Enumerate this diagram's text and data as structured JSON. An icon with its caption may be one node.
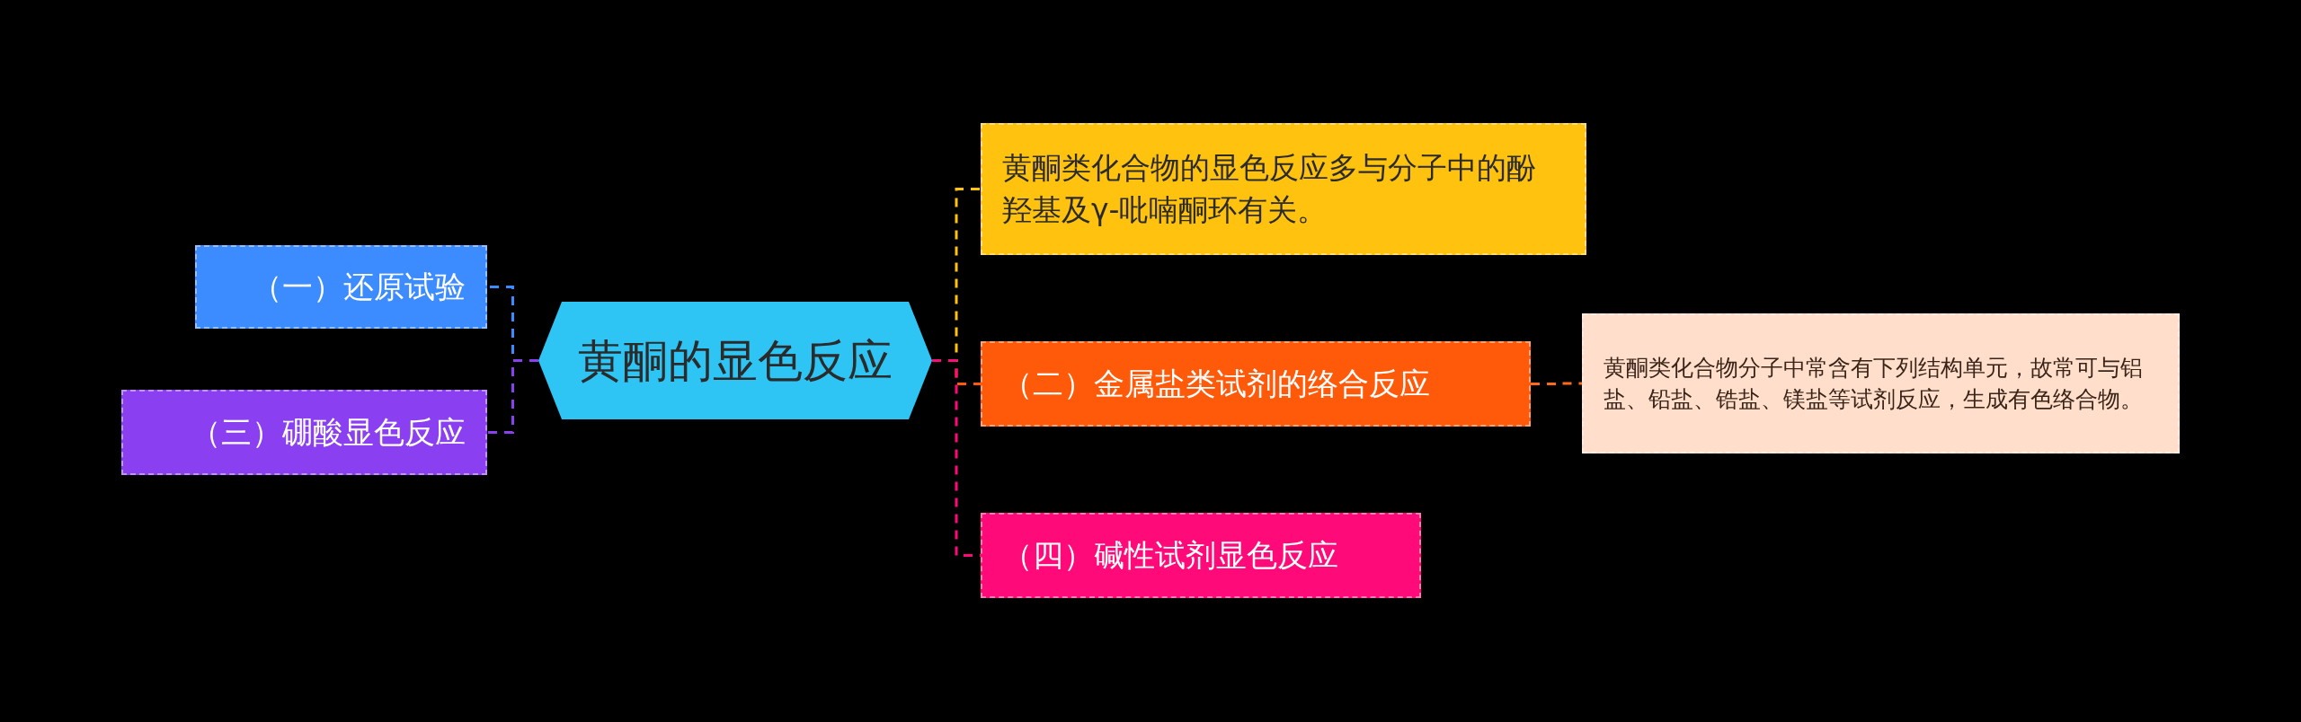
{
  "diagram": {
    "nodes": [
      {
        "text": [
          "黄酮的显色反应"
        ]
      },
      {
        "text": [
          "（一）还原试验"
        ]
      },
      {
        "text": [
          "（三）硼酸显色反应"
        ]
      },
      {
        "text": [
          "黄酮类化合物的显色反应多与分子中的酚羟基及γ-吡喃酮环有关。"
        ]
      },
      {
        "text": [
          "（二）金属盐类试剂的络合反应"
        ]
      },
      {
        "text": [
          "黄酮类化合物分子中常含有下列结构单元，故常可与铝盐、铅盐、锆盐、镁盐等试剂反应，生成有色络合物。"
        ]
      },
      {
        "text": [
          "（四）碱性试剂显色反应"
        ]
      }
    ],
    "edges": [
      {
        "from": 0,
        "to": 1,
        "arrow": "none",
        "style": "dashed",
        "color": "#3d8cff"
      },
      {
        "from": 0,
        "to": 2,
        "arrow": "none",
        "style": "dashed",
        "color": "#8a3ff0"
      },
      {
        "from": 0,
        "to": 3,
        "arrow": "none",
        "style": "dashed",
        "color": "#ffc20e"
      },
      {
        "from": 0,
        "to": 4,
        "arrow": "none",
        "style": "dashed",
        "color": "#ff5a0a"
      },
      {
        "from": 0,
        "to": 6,
        "arrow": "none",
        "style": "dashed",
        "color": "#ff0a78"
      },
      {
        "from": 4,
        "to": 5,
        "arrow": "none",
        "style": "dashed",
        "color": "#ff6a1a"
      }
    ]
  }
}
